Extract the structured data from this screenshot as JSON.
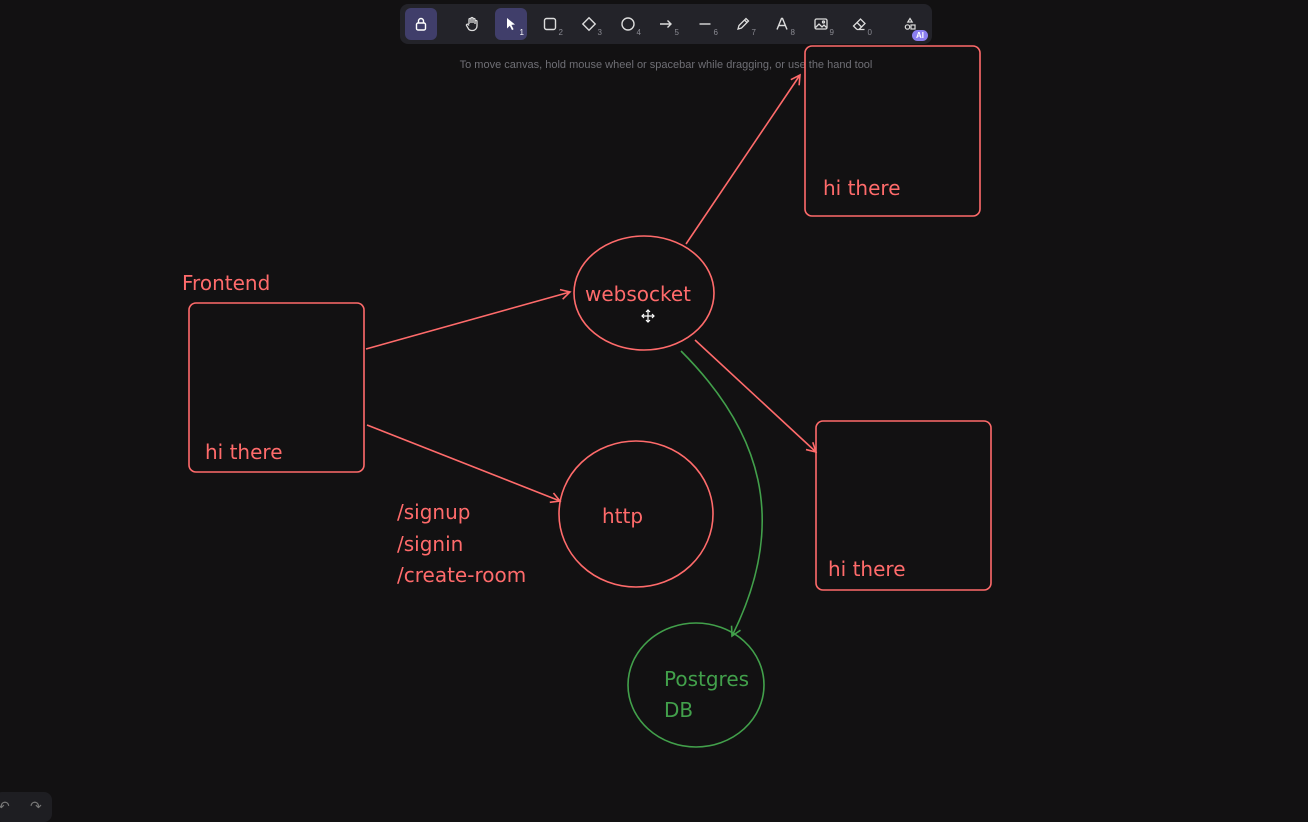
{
  "toolbar": {
    "tools": [
      {
        "name": "lock",
        "key": ""
      },
      {
        "name": "hand",
        "key": ""
      },
      {
        "name": "selection",
        "key": "1"
      },
      {
        "name": "rectangle",
        "key": "2"
      },
      {
        "name": "diamond",
        "key": "3"
      },
      {
        "name": "ellipse",
        "key": "4"
      },
      {
        "name": "arrow",
        "key": "5"
      },
      {
        "name": "line",
        "key": "6"
      },
      {
        "name": "draw",
        "key": "7"
      },
      {
        "name": "text",
        "key": "8"
      },
      {
        "name": "image",
        "key": "9"
      },
      {
        "name": "eraser",
        "key": "0"
      },
      {
        "name": "more-tools",
        "badge": "AI"
      }
    ]
  },
  "hint": "To move canvas, hold mouse wheel or spacebar while dragging, or use the hand tool",
  "canvas": {
    "stroke_red": "#ff6b6b",
    "stroke_green": "#42a04b",
    "labels": {
      "frontend": "Frontend",
      "box_left": "hi there",
      "box_top_right": "hi there",
      "box_bottom_right": "hi there",
      "websocket": "websocket",
      "http": "http",
      "route_signup": "/signup",
      "route_signin": "/signin",
      "route_create_room": "/create-room",
      "db_line1": "Postgres",
      "db_line2": "DB"
    }
  }
}
